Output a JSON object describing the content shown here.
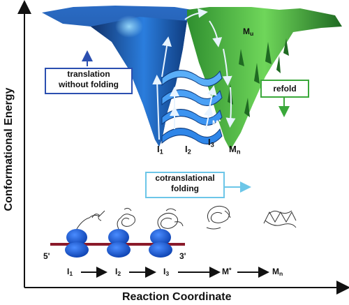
{
  "axes": {
    "y_label": "Conformational Energy",
    "x_label": "Reaction Coordinate"
  },
  "boxes": {
    "translation_line1": "translation",
    "translation_line2": "without folding",
    "refold": "refold",
    "cotrans_line1": "cotranslational",
    "cotrans_line2": "folding"
  },
  "states": {
    "mu": "M",
    "mu_sub": "u",
    "mstar": "M",
    "mstar_sup": "*",
    "i1": "I",
    "i1_sub": "1",
    "i2": "I",
    "i2_sub": "2",
    "i3": "I",
    "i3_sub": "3",
    "mn": "M",
    "mn_sub": "n"
  },
  "mrna": {
    "five_prime": "5'",
    "three_prime": "3'"
  },
  "sequence": [
    {
      "base": "I",
      "mark": "1",
      "kind": "sub"
    },
    {
      "base": "I",
      "mark": "2",
      "kind": "sub"
    },
    {
      "base": "I",
      "mark": "3",
      "kind": "sub"
    },
    {
      "base": "M",
      "mark": "*",
      "kind": "sup"
    },
    {
      "base": "M",
      "mark": "n",
      "kind": "sub"
    }
  ],
  "colors": {
    "blue_funnel": "#1e66c8",
    "green_funnel": "#3aa83a",
    "ribosome": "#1a5fd6",
    "mrna": "#8a1a2a",
    "translation_box": "#2b4fb0",
    "refold_box": "#3aa83a",
    "cotrans_box": "#6cc6e8"
  }
}
